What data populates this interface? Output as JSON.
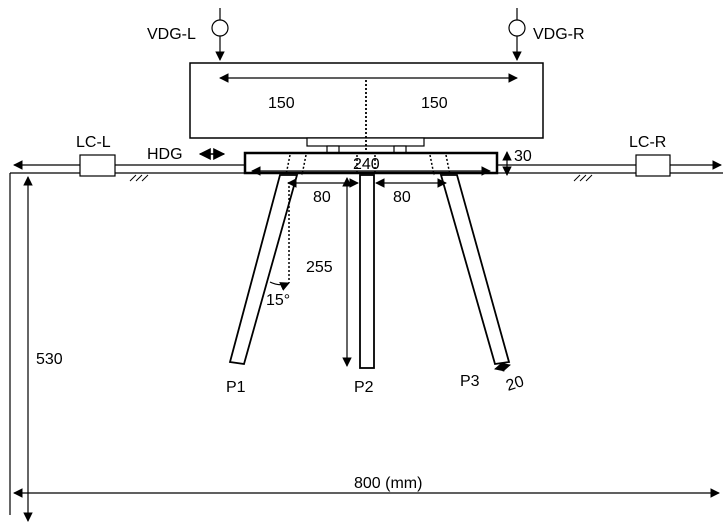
{
  "labels": {
    "vdg_l": "VDG-L",
    "vdg_r": "VDG-R",
    "lc_l": "LC-L",
    "lc_r": "LC-R",
    "hdg": "HDG",
    "p1": "P1",
    "p2": "P2",
    "p3": "P3"
  },
  "dimensions": {
    "load_offset_left": "150",
    "load_offset_right": "150",
    "cap_width": "240",
    "cap_thickness": "30",
    "pile_spacing_left": "80",
    "pile_spacing_right": "80",
    "pile_length": "255",
    "batter_angle": "15°",
    "pile_width": "20",
    "soil_depth": "530",
    "soil_width": "800 (mm)"
  },
  "colors": {
    "line": "#000000",
    "background": "#ffffff"
  }
}
